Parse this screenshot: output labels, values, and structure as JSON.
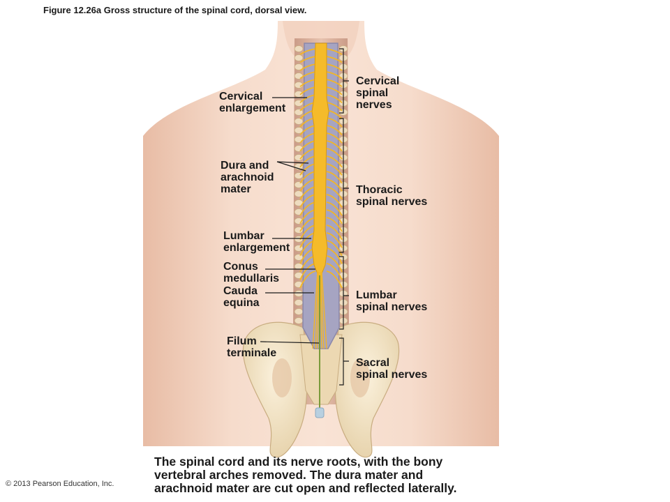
{
  "figure_title": "Figure 12.26a  Gross structure of the spinal cord, dorsal view.",
  "left_labels": [
    {
      "lines": [
        "Cervical",
        "enlargement"
      ]
    },
    {
      "lines": [
        "Dura and",
        "arachnoid",
        "mater"
      ]
    },
    {
      "lines": [
        "Lumbar",
        "enlargement"
      ]
    },
    {
      "lines": [
        "Conus",
        "medullaris"
      ]
    },
    {
      "lines": [
        "Cauda",
        "equina"
      ]
    },
    {
      "lines": [
        "Filum",
        "terminale"
      ]
    }
  ],
  "right_labels": [
    {
      "lines": [
        "Cervical",
        "spinal",
        "nerves"
      ]
    },
    {
      "lines": [
        "Thoracic",
        "spinal nerves"
      ]
    },
    {
      "lines": [
        "Lumbar",
        "spinal nerves"
      ]
    },
    {
      "lines": [
        "Sacral",
        "spinal nerves"
      ]
    }
  ],
  "caption": [
    "The spinal cord and its nerve roots, with the bony",
    "vertebral arches removed. The dura mater and",
    "arachnoid mater are cut open and reflected laterally."
  ],
  "copyright": "© 2013 Pearson Education, Inc.",
  "colors": {
    "skin": "#f3d5c3",
    "skin_shadow": "#e6b9a3",
    "bone": "#f3e4c4",
    "dura": "#a6a4c2",
    "nerve": "#f3b624",
    "leader_line": "#1a1a1a"
  }
}
